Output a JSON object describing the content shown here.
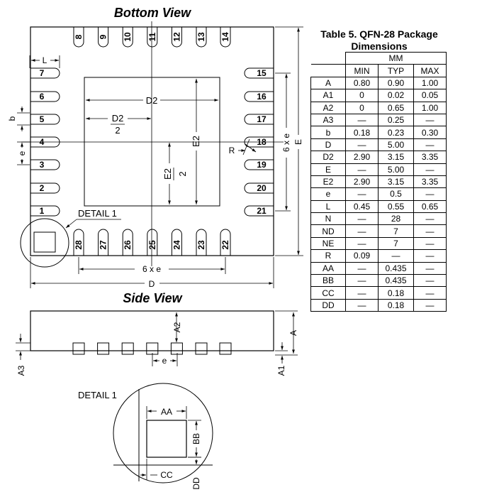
{
  "headings": {
    "bottom_view": "Bottom View",
    "side_view": "Side View",
    "detail_view": "DETAIL 1"
  },
  "detail_callout": "DETAIL 1",
  "pins": {
    "top": [
      "8",
      "9",
      "10",
      "11",
      "12",
      "13",
      "14"
    ],
    "left": [
      "7",
      "6",
      "5",
      "4",
      "3",
      "2",
      "1"
    ],
    "right": [
      "15",
      "16",
      "17",
      "18",
      "19",
      "20",
      "21"
    ],
    "bottom": [
      "28",
      "27",
      "26",
      "25",
      "24",
      "23",
      "22"
    ]
  },
  "dimension_labels": {
    "L": "L",
    "b": "b",
    "e": "e",
    "D2": "D2",
    "D2_half_num": "D2",
    "D2_half_den": "2",
    "E2": "E2",
    "E2_half_num": "E2",
    "E2_half_den": "2",
    "R": "R",
    "pitch_vertical": "6 x e",
    "E": "E",
    "pitch_horizontal": "6 x e",
    "D": "D",
    "A2": "A2",
    "A": "A",
    "A3": "A3",
    "A1": "A1",
    "e_side": "e",
    "AA": "AA",
    "BB": "BB",
    "CC": "CC",
    "DD": "DD"
  },
  "table": {
    "title_line1": "Table 5. QFN-28 Package",
    "title_line2": "Dimensions",
    "unit_header": "MM",
    "columns": [
      "MIN",
      "TYP",
      "MAX"
    ],
    "rows": [
      {
        "sym": "A",
        "min": "0.80",
        "typ": "0.90",
        "max": "1.00"
      },
      {
        "sym": "A1",
        "min": "0",
        "typ": "0.02",
        "max": "0.05"
      },
      {
        "sym": "A2",
        "min": "0",
        "typ": "0.65",
        "max": "1.00"
      },
      {
        "sym": "A3",
        "min": "—",
        "typ": "0.25",
        "max": "—"
      },
      {
        "sym": "b",
        "min": "0.18",
        "typ": "0.23",
        "max": "0.30"
      },
      {
        "sym": "D",
        "min": "—",
        "typ": "5.00",
        "max": "—"
      },
      {
        "sym": "D2",
        "min": "2.90",
        "typ": "3.15",
        "max": "3.35"
      },
      {
        "sym": "E",
        "min": "—",
        "typ": "5.00",
        "max": "—"
      },
      {
        "sym": "E2",
        "min": "2.90",
        "typ": "3.15",
        "max": "3.35"
      },
      {
        "sym": "e",
        "min": "—",
        "typ": "0.5",
        "max": "—"
      },
      {
        "sym": "L",
        "min": "0.45",
        "typ": "0.55",
        "max": "0.65"
      },
      {
        "sym": "N",
        "min": "—",
        "typ": "28",
        "max": "—"
      },
      {
        "sym": "ND",
        "min": "—",
        "typ": "7",
        "max": "—"
      },
      {
        "sym": "NE",
        "min": "—",
        "typ": "7",
        "max": "—"
      },
      {
        "sym": "R",
        "min": "0.09",
        "typ": "—",
        "max": "—"
      },
      {
        "sym": "AA",
        "min": "—",
        "typ": "0.435",
        "max": "—"
      },
      {
        "sym": "BB",
        "min": "—",
        "typ": "0.435",
        "max": "—"
      },
      {
        "sym": "CC",
        "min": "—",
        "typ": "0.18",
        "max": "—"
      },
      {
        "sym": "DD",
        "min": "—",
        "typ": "0.18",
        "max": "—"
      }
    ]
  }
}
